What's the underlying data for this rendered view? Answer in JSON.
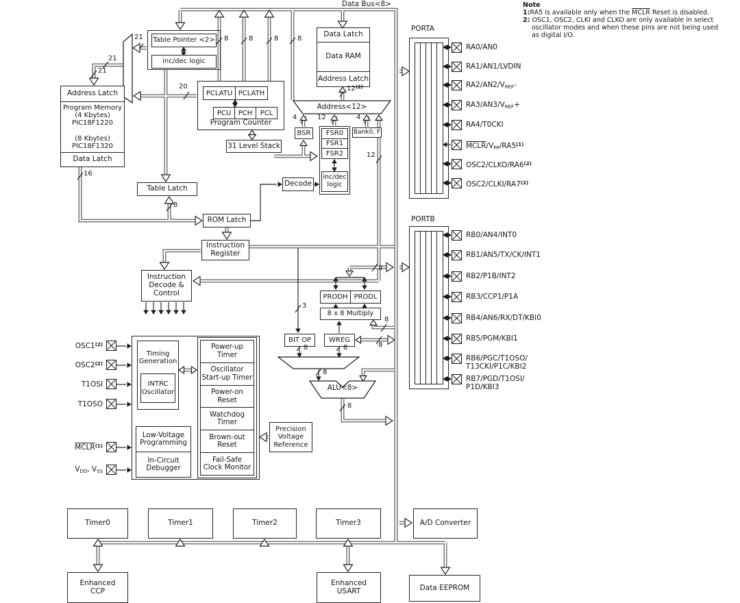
{
  "bus": {
    "data_bus": "Data Bus<8>"
  },
  "ports": {
    "porta_label": "PORTA",
    "portb_label": "PORTB"
  },
  "note": {
    "title": "Note",
    "lines": [
      [
        {
          "t": "1:",
          "b": 1
        },
        {
          "t": "RA5 is available only when the "
        },
        {
          "t": "MCLR",
          "over": 1
        },
        {
          "t": " Reset is disabled."
        }
      ],
      [
        {
          "t": "2:",
          "b": 1
        },
        {
          "t": " OSC1, OSC2, CLKI and CLKO are only available in select"
        }
      ],
      [
        {
          "t": "oscillator modes and when these pins are not being used"
        }
      ],
      [
        {
          "t": "as digital I/O."
        }
      ]
    ]
  },
  "blocks": {
    "table_pointer": "Table Pointer <2>",
    "incdec": "inc/dec logic",
    "address_latch": "Address Latch",
    "program_memory": "Program Memory\n(4 Kbytes)\nPIC18F1220\n\n(8 Kbytes)\nPIC18F1320",
    "data_latch": "Data Latch",
    "pclatu": "PCLATU",
    "pclath": "PCLATH",
    "pcu": "PCU",
    "pch": "PCH",
    "pcl": "PCL",
    "program_counter": "Program Counter",
    "stack": "31 Level Stack",
    "table_latch": "Table Latch",
    "rom_latch": "ROM Latch",
    "instruction_register": "Instruction\nRegister",
    "instruction_decode": "Instruction\nDecode &\nControl",
    "decode": "Decode",
    "ram_data_latch": "Data Latch",
    "data_ram": "Data RAM",
    "ram_address_latch": "Address Latch",
    "address12": "Address<12>",
    "bsr": "BSR",
    "fsr0": "FSR0",
    "fsr1": "FSR1",
    "fsr2": "FSR2",
    "bank0": "Bank0, F",
    "incdec2": "inc/dec\nlogic",
    "prodh": "PRODH",
    "prodl": "PRODL",
    "multiply": "8 x 8 Multiply",
    "bitop": "BIT OP",
    "wreg": "WREG",
    "alu": "ALU<8>",
    "pvr": "Precision\nVoltage\nReference",
    "timing": "Timing\nGeneration",
    "intrc": "INTRC\nOscillator",
    "powerup_timer": "Power-up\nTimer",
    "osc_startup_timer": "Oscillator\nStart-up Timer",
    "poweron_reset": "Power-on\nReset",
    "watchdog_timer": "Watchdog\nTimer",
    "brownout_reset": "Brown-out\nReset",
    "failsafe_monitor": "Fail-Safe\nClock Monitor",
    "lvp": "Low-Voltage\nProgramming",
    "icd": "In-Circuit\nDebugger",
    "timer0": "Timer0",
    "timer1": "Timer1",
    "timer2": "Timer2",
    "timer3": "Timer3",
    "adc": "A/D Converter",
    "eccp": "Enhanced\nCCP",
    "eusart": "Enhanced\nUSART",
    "eeprom": "Data EEPROM"
  },
  "widths": {
    "w21": "21",
    "w20": "20",
    "w16": "16",
    "w12": "12",
    "w8": "8",
    "w4": "4",
    "w3": "3",
    "w12_sup": [
      {
        "t": "12"
      },
      {
        "t": "(2)",
        "sup": 1
      }
    ]
  },
  "porta_pins": [
    [
      {
        "t": "RA0/AN0"
      }
    ],
    [
      {
        "t": "RA1/AN1/LVDIN"
      }
    ],
    [
      {
        "t": "RA2/AN2/V"
      },
      {
        "t": "REF",
        "sub": 1
      },
      {
        "t": "-"
      }
    ],
    [
      {
        "t": "RA3/AN3/V"
      },
      {
        "t": "REF",
        "sub": 1
      },
      {
        "t": "+"
      }
    ],
    [
      {
        "t": "RA4/T0CKI"
      }
    ],
    [
      {
        "t": "MCLR",
        "over": 1
      },
      {
        "t": "/V"
      },
      {
        "t": "PP",
        "sub": 1
      },
      {
        "t": "/RA5"
      },
      {
        "t": "(1)",
        "sup": 1
      }
    ],
    [
      {
        "t": "OSC2/CLKO/RA6"
      },
      {
        "t": "(2)",
        "sup": 1
      }
    ],
    [
      {
        "t": "OSC2/CLKI/RA7"
      },
      {
        "t": "(2)",
        "sup": 1
      }
    ]
  ],
  "portb_pins": [
    [
      {
        "t": "RB0/AN4/INT0"
      }
    ],
    [
      {
        "t": "RB1/AN5/TX/CK/INT1"
      }
    ],
    [
      {
        "t": "RB2/P1B/INT2"
      }
    ],
    [
      {
        "t": "RB3/CCP1/P1A"
      }
    ],
    [
      {
        "t": "RB4/AN6/RX/DT/KBI0"
      }
    ],
    [
      {
        "t": "RB5/PGM/KBI1"
      }
    ],
    [
      {
        "t": "RB6/PGC/T1OSO/"
      },
      {
        "br": 1
      },
      {
        "t": "T13CKI/P1C/KBI2"
      }
    ],
    [
      {
        "t": "RB7/PGD/T1OSI/"
      },
      {
        "br": 1
      },
      {
        "t": "P1D/KBI3"
      }
    ]
  ],
  "left_pins": [
    [
      {
        "t": "OSC1"
      },
      {
        "t": "(2)",
        "sup": 1
      }
    ],
    [
      {
        "t": "OSC2"
      },
      {
        "t": "(2)",
        "sup": 1
      }
    ],
    [
      {
        "t": "T1OSI"
      }
    ],
    [
      {
        "t": "T1OSO"
      }
    ],
    [
      {
        "t": "MCLR",
        "over": 1
      },
      {
        "t": "(1)",
        "sup": 1
      }
    ],
    [
      {
        "t": "V"
      },
      {
        "t": "DD",
        "sub": 1
      },
      {
        "t": ", V"
      },
      {
        "t": "SS",
        "sub": 1
      }
    ]
  ]
}
